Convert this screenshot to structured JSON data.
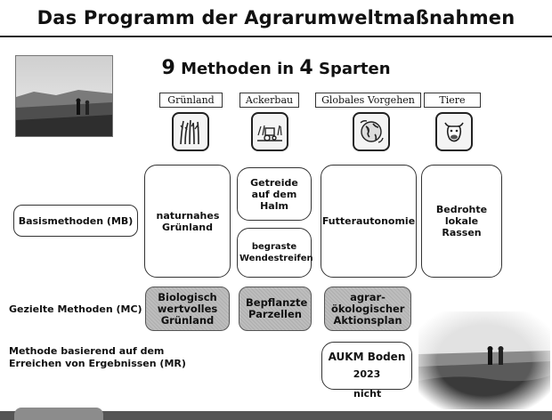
{
  "title": "Das Programm der Agrarumweltmaßnahmen",
  "heading": {
    "methods_count": "9",
    "methods_word": "Methoden in",
    "sparten_count": "4",
    "sparten_word": "Sparten"
  },
  "categories": [
    {
      "label": "Grünland",
      "icon": "grass-icon"
    },
    {
      "label": "Ackerbau",
      "icon": "tractor-field-icon"
    },
    {
      "label": "Globales Vorgehen",
      "icon": "globe-icon"
    },
    {
      "label": "Tiere",
      "icon": "cow-icon"
    }
  ],
  "row_labels": {
    "mb": "Basismethoden (MB)",
    "mc": "Gezielte Methoden (MC)",
    "mr_line1": "Methode basierend auf dem",
    "mr_line2": "Erreichen von Ergebnissen  (MR)"
  },
  "boxes": {
    "gruenland_mb": "naturnahes Grünland",
    "acker_mb_1": "Getreide auf dem Halm",
    "acker_mb_2": "begraste Wendestreifen",
    "global_mb": "Futterautonomie",
    "tiere_mb": "Bedrohte lokale Rassen",
    "gruenland_mc": "Biologisch wertvolles Grünland",
    "acker_mc": "Bepflanzte Parzellen",
    "global_mc": "agrar-ökologischer Aktionsplan",
    "global_mr_1": "AUKM Boden",
    "global_mr_2": "2023",
    "global_mr_3": "nicht"
  },
  "colors": {
    "shaded_box": "#bdbdbd",
    "border": "#333333",
    "footer": "#555555"
  }
}
